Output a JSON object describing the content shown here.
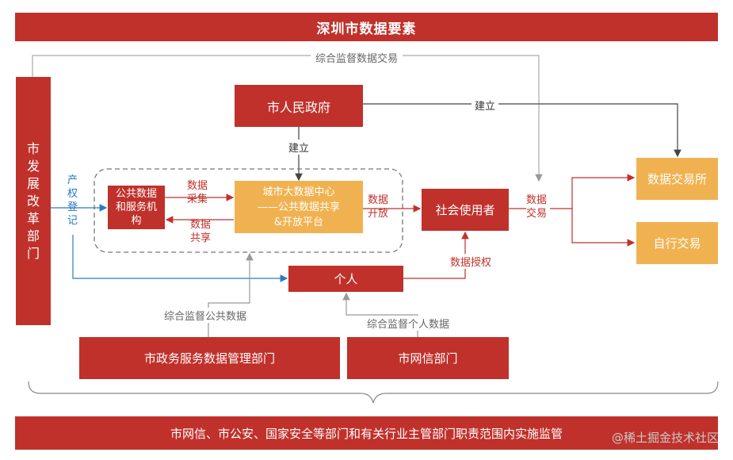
{
  "title": "深圳市数据要素",
  "nodes": {
    "reform_dept": "市发展改革部门",
    "city_gov": "市人民政府",
    "public_org": "公共数据和服务机构",
    "bigdata_center": "城市大数据中心——公共数据共享&开放平台",
    "social_user": "社会使用者",
    "individual": "个人",
    "exchange": "数据交易所",
    "self_trade": "自行交易",
    "gov_service_dept": "市政务服务数据管理部门",
    "cyber_dept": "市网信部门"
  },
  "labels": {
    "supervise_trade": "综合监督数据交易",
    "establish_1": "建立",
    "establish_2": "建立",
    "property_reg": "产权登记",
    "collect": "数据采集",
    "share": "数据共享",
    "open": "数据开放",
    "trade": "数据交易",
    "authorize": "数据授权",
    "supervise_public": "综合监督公共数据",
    "supervise_personal": "综合监督个人数据"
  },
  "footer": "市网信、市公安、国家安全等部门和有关行业主管部门职责范围内实施监管",
  "watermark": "@稀土掘金技术社区",
  "colors": {
    "red": "#c0312b",
    "orange": "#f0b250",
    "blue": "#2a7ac0",
    "gray": "#999999"
  }
}
